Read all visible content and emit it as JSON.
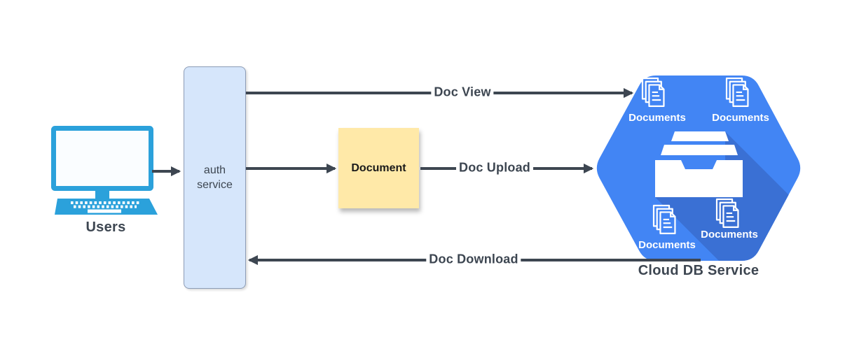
{
  "colors": {
    "computer_teal": "#2BA1DB",
    "auth_fill": "#D6E6FB",
    "auth_border": "#8C9CB6",
    "note_fill": "#FFE9A8",
    "hexagon_blue": "#4285F4",
    "hexagon_shadow": "#3A70D4",
    "ink": "#3D4651"
  },
  "nodes": {
    "users": {
      "label": "Users"
    },
    "auth": {
      "label": "auth service"
    },
    "document": {
      "label": "Document"
    },
    "cloud": {
      "label": "Cloud DB Service",
      "documents": [
        "Documents",
        "Documents",
        "Documents",
        "Documents"
      ]
    }
  },
  "edges": {
    "doc_view": {
      "label": "Doc View"
    },
    "doc_upload": {
      "label": "Doc Upload"
    },
    "doc_download": {
      "label": "Doc Download"
    }
  }
}
